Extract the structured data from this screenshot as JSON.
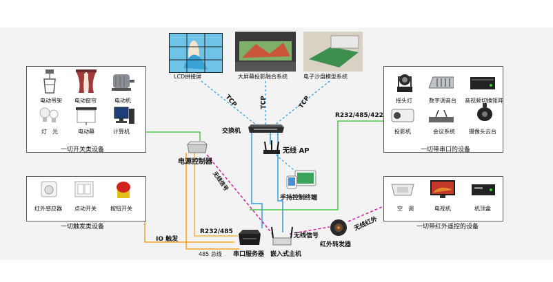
{
  "top_displays": [
    {
      "label": "LCD拼接屏"
    },
    {
      "label": "大屏幕投影融合系统"
    },
    {
      "label": "电子沙盘模型系统"
    }
  ],
  "tcp_labels": [
    "TCP",
    "TCP",
    "TCP"
  ],
  "left_top_box": {
    "title": "一切开关类设备",
    "row1": [
      "电动吊架",
      "电动窗帘",
      "电动机"
    ],
    "row2": [
      "灯　光",
      "电动幕",
      "计算机"
    ]
  },
  "left_bottom_box": {
    "title": "一切触发类设备",
    "items": [
      "红外感应器",
      "点动开关",
      "按钮开关"
    ]
  },
  "right_top_box": {
    "title": "一切带串口的设备",
    "row1": [
      "摇头灯",
      "数字调音台",
      "音视频切换矩阵"
    ],
    "row2": [
      "投影机",
      "会议系统",
      "摄像头云台"
    ]
  },
  "right_bottom_box": {
    "title": "一切带红外遥控的设备",
    "items": [
      "空　调",
      "电视机",
      "机顶盒"
    ]
  },
  "center": {
    "switch": "交换机",
    "wireless_ap": "无线 AP",
    "power_controller": "电源控制器",
    "handheld": "手持控制终端",
    "serial_server": "串口服务器",
    "embedded_host": "嵌入式主机",
    "ir_transmitter": "红外转发器"
  },
  "link_labels": {
    "r232_485_422": "R232/485/422",
    "r232_485": "R232/485",
    "bus_485": "485 总线",
    "io_trigger": "IO 触发",
    "wireless_signal_1": "无线信号",
    "wireless_signal_2": "无线信号",
    "wireless_ir": "无线红外"
  },
  "colors": {
    "green_line": "#4cc84c",
    "blue_line": "#2f9bdc",
    "orange_line": "#f5a623",
    "magenta_line": "#d6189f"
  }
}
